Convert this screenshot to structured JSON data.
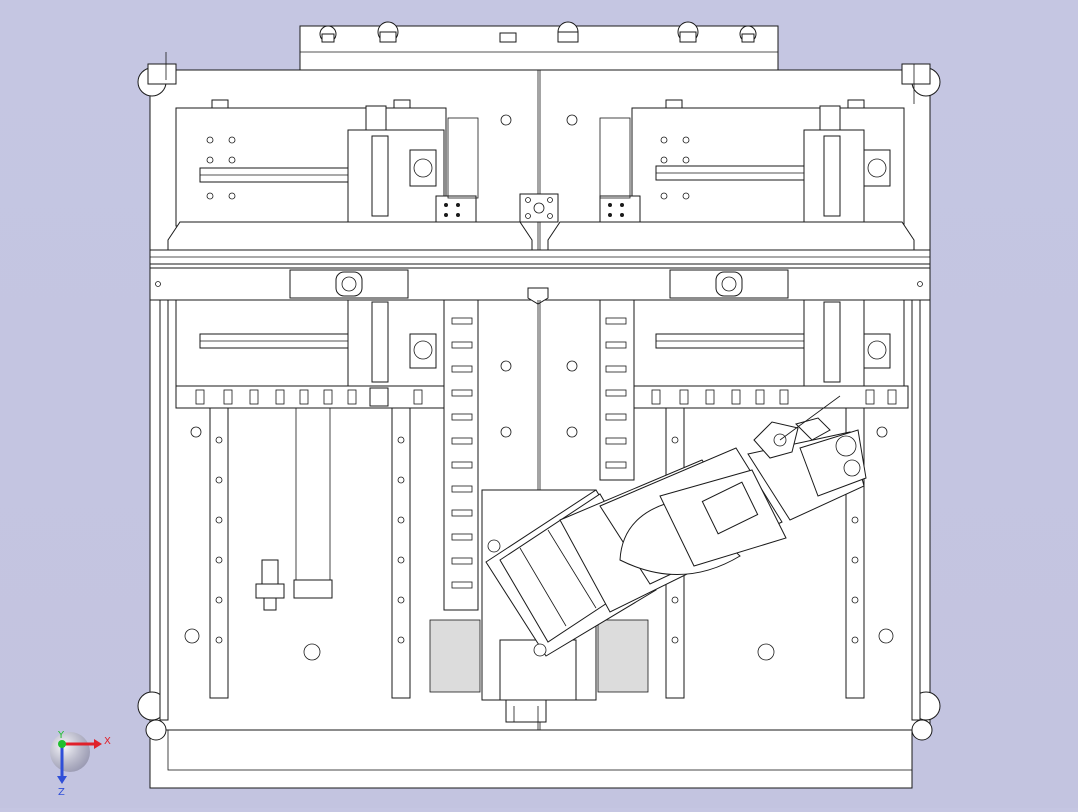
{
  "viewport": {
    "background": "#c4c5e1",
    "line_color": "#1a1a1a",
    "part_fill": "#ffffff",
    "shade_fill": "#d9d9d9"
  },
  "triad": {
    "x_label": "X",
    "y_label": "Y",
    "z_label": "Z",
    "x_color": "#e0202a",
    "y_color": "#1fbf2f",
    "z_color": "#2f4fd8"
  }
}
